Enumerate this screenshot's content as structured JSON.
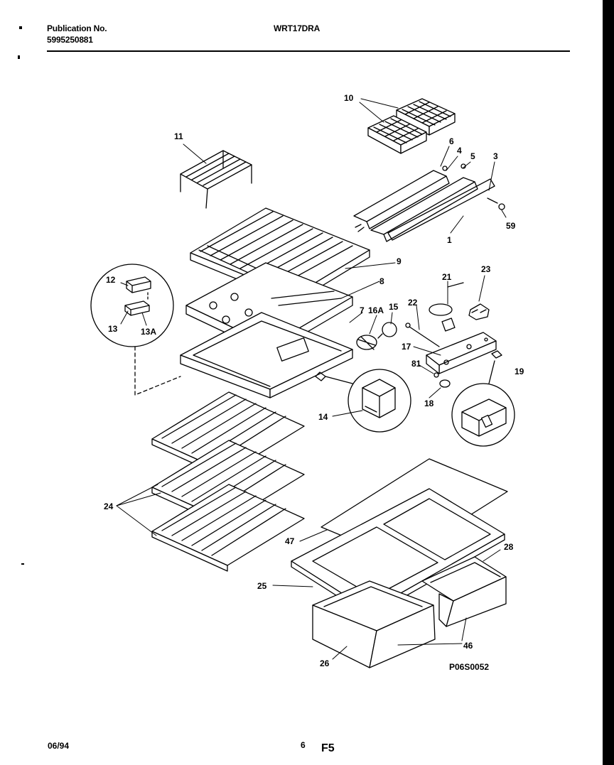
{
  "header": {
    "publication_label": "Publication No.",
    "publication_number": "5995250881",
    "model": "WRT17DRA"
  },
  "diagram": {
    "drawing_code": "P06S0052",
    "callouts": {
      "c10": "10",
      "c11": "11",
      "c6": "6",
      "c4": "4",
      "c5": "5",
      "c3": "3",
      "c59": "59",
      "c1": "1",
      "c9": "9",
      "c8": "8",
      "c12": "12",
      "c13": "13",
      "c13A": "13A",
      "c7": "7",
      "c16A": "16A",
      "c15": "15",
      "c21": "21",
      "c23": "23",
      "c22": "22",
      "c17": "17",
      "c81": "81",
      "c18": "18",
      "c19": "19",
      "c14": "14",
      "c24": "24",
      "c47": "47",
      "c28": "28",
      "c25": "25",
      "c46": "46",
      "c26": "26"
    }
  },
  "footer": {
    "date": "06/94",
    "page": "6",
    "section": "F5"
  }
}
